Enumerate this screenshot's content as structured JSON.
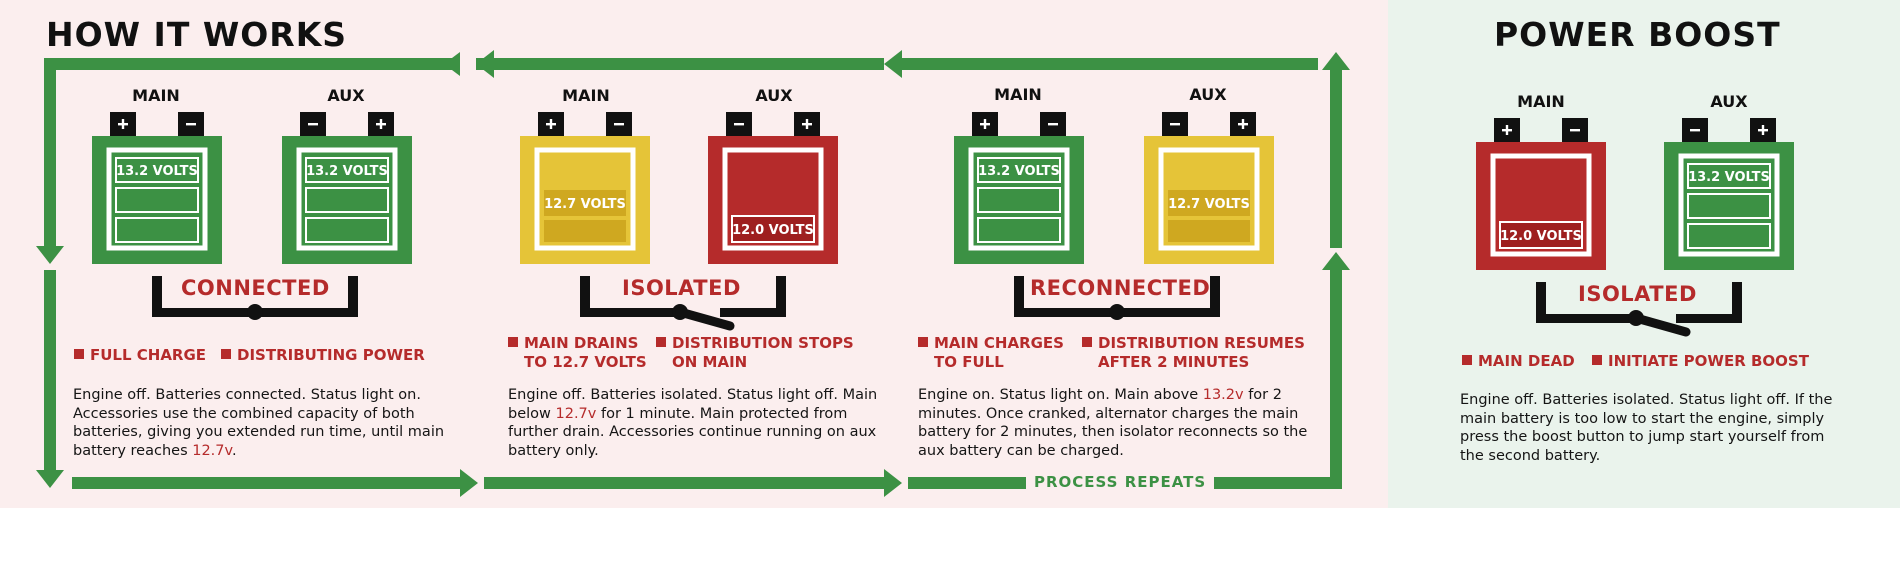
{
  "colors": {
    "green": "#3c9144",
    "yellow": "#e5c438",
    "red": "#b52b2b",
    "black": "#111111",
    "bg_left": "#fbeeee",
    "bg_right": "#eaf3ec"
  },
  "how_it_works": {
    "title": "HOW IT WORKS",
    "process_repeats": "PROCESS REPEATS",
    "stages": [
      {
        "main_label": "MAIN",
        "aux_label": "AUX",
        "main": {
          "color": "green",
          "charge": "full",
          "volts": "13.2 VOLTS"
        },
        "aux": {
          "color": "green",
          "charge": "full",
          "volts": "13.2 VOLTS"
        },
        "status": "CONNECTED",
        "switch": "closed",
        "bullets": [
          {
            "line1": "FULL CHARGE",
            "line2": ""
          },
          {
            "line1": "DISTRIBUTING POWER",
            "line2": ""
          }
        ],
        "desc_parts": [
          "Engine off. Batteries connected. Status light on. Accessories use the combined capacity of both batteries, giving you extended run time, until main battery reaches ",
          "12.7v",
          "."
        ]
      },
      {
        "main_label": "MAIN",
        "aux_label": "AUX",
        "main": {
          "color": "yellow",
          "charge": "medium",
          "volts": "12.7 VOLTS"
        },
        "aux": {
          "color": "red",
          "charge": "low",
          "volts": "12.0 VOLTS"
        },
        "status": "ISOLATED",
        "switch": "open",
        "bullets": [
          {
            "line1": "MAIN DRAINS",
            "line2": "TO 12.7 VOLTS"
          },
          {
            "line1": "DISTRIBUTION STOPS",
            "line2": "ON MAIN"
          }
        ],
        "desc_parts": [
          "Engine off. Batteries isolated. Status light off. Main below ",
          "12.7v",
          " for 1 minute. Main protected from further drain. Accessories continue running on aux battery only."
        ]
      },
      {
        "main_label": "MAIN",
        "aux_label": "AUX",
        "main": {
          "color": "green",
          "charge": "full",
          "volts": "13.2 VOLTS"
        },
        "aux": {
          "color": "yellow",
          "charge": "medium",
          "volts": "12.7 VOLTS"
        },
        "status": "RECONNECTED",
        "switch": "closed",
        "bullets": [
          {
            "line1": "MAIN CHARGES",
            "line2": "TO FULL"
          },
          {
            "line1": "DISTRIBUTION RESUMES",
            "line2": "AFTER 2 MINUTES"
          }
        ],
        "desc_parts": [
          "Engine on. Status light on. Main above ",
          "13.2v",
          " for 2 minutes. Once cranked, alternator charges the main battery for 2 minutes, then isolator reconnects so the aux battery can be charged."
        ]
      }
    ]
  },
  "power_boost": {
    "title": "POWER BOOST",
    "main_label": "MAIN",
    "aux_label": "AUX",
    "main": {
      "color": "red",
      "charge": "low",
      "volts": "12.0 VOLTS"
    },
    "aux": {
      "color": "green",
      "charge": "full",
      "volts": "13.2 VOLTS"
    },
    "status": "ISOLATED",
    "switch": "open",
    "bullets": [
      {
        "line1": "MAIN DEAD",
        "line2": ""
      },
      {
        "line1": "INITIATE POWER BOOST",
        "line2": ""
      }
    ],
    "desc_parts": [
      "Engine off. Batteries isolated. Status light off. If the main battery is too low to start the engine, simply press the boost button to jump start yourself from the second battery."
    ]
  }
}
